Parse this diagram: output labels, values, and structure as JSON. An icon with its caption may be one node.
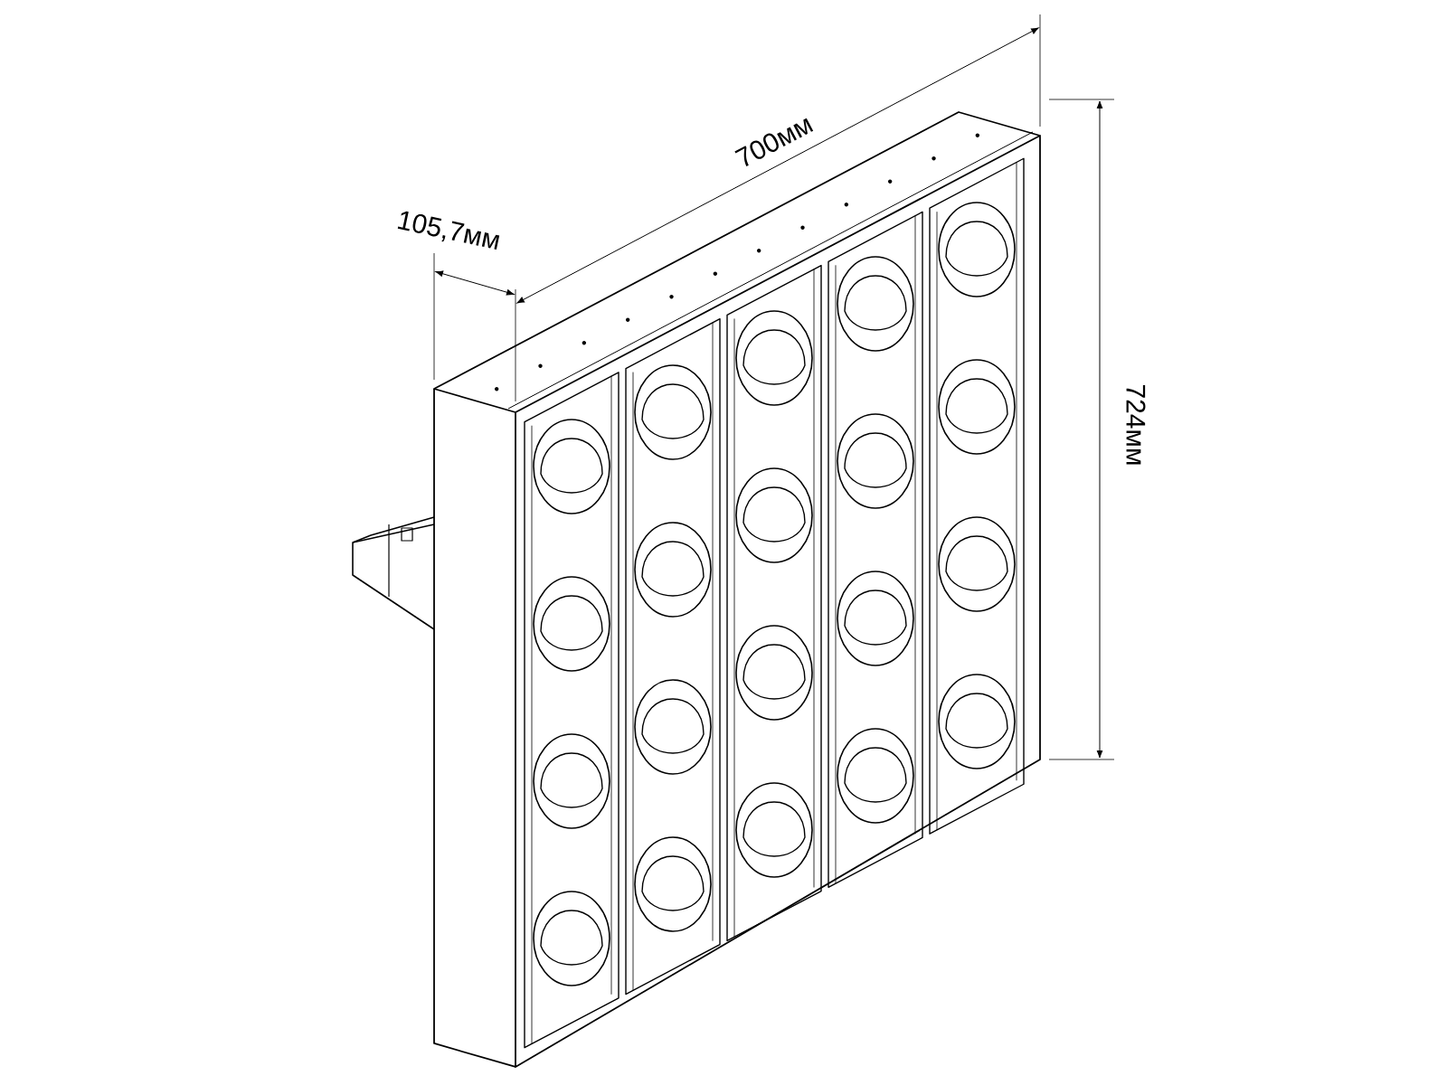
{
  "diagram": {
    "labels": [
      "700мм",
      "105,7мм",
      "724мм"
    ]
  }
}
